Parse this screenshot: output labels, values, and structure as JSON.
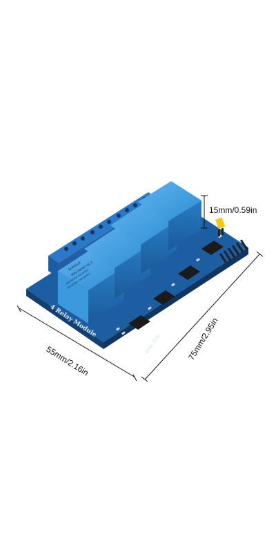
{
  "product": {
    "board_text": "4 Relay Module",
    "model_text": "HW-316",
    "relay_brand": "SONGLE",
    "relay_model": "SRD-05VDC-SL-C",
    "relay_ratings": [
      "10A 250VAC 10A 30VDC",
      "10A 125VAC 10A 28VDC"
    ]
  },
  "dimensions": {
    "height": "15mm/0.59in",
    "width": "55mm/2.16in",
    "length": "75mm/2.95in"
  },
  "colors": {
    "background": "#ffffff",
    "pcb": "#1f5f9e",
    "relay": "#2d8fd8",
    "terminal": "#1f6fc4",
    "jumper": "#f5c518"
  }
}
